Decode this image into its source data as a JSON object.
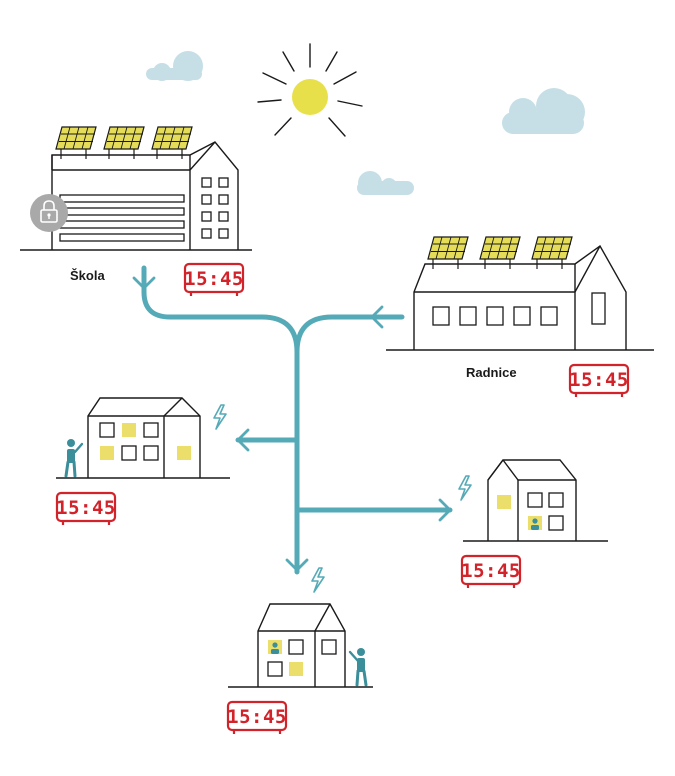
{
  "buildings": {
    "school": {
      "label": "Škola",
      "clock": "15:45"
    },
    "town_hall": {
      "label": "Radnice",
      "clock": "15:45"
    },
    "house_left": {
      "clock": "15:45"
    },
    "house_right": {
      "clock": "15:45"
    },
    "house_bottom": {
      "clock": "15:45"
    }
  },
  "icons": {
    "sun": "sun-icon",
    "cloud": "cloud-icon",
    "solar_panel": "solar-panel-icon",
    "lock": "lock-icon",
    "lightning": "lightning-icon",
    "clock": "digital-clock-icon",
    "person": "person-icon"
  },
  "colors": {
    "grid_line": "#55aab7",
    "solar_panel": "#e5dd5a",
    "sun": "#e8e04a",
    "window_lit": "#ecde6a",
    "cloud": "#c6dfe6",
    "clock": "#d2232a",
    "person": "#3a8f9b",
    "lock_badge": "#a9a9a9",
    "outline": "#1a1a1a"
  }
}
